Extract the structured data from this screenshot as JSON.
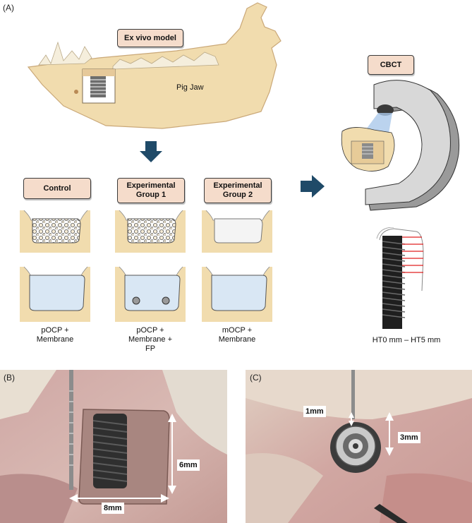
{
  "panels": {
    "a_label": "(A)",
    "b_label": "(B)",
    "c_label": "(C)"
  },
  "top": {
    "ex_vivo_model": "Ex vivo model",
    "pig_jaw": "Pig Jaw",
    "cbct": "CBCT"
  },
  "groups": [
    {
      "title": "Control",
      "caption_l1": "pOCP +",
      "caption_l2": "Membrane",
      "caption_l3": ""
    },
    {
      "title_l1": "Experimental",
      "title_l2": "Group 1",
      "caption_l1": "pOCP +",
      "caption_l2": "Membrane +",
      "caption_l3": "FP"
    },
    {
      "title_l1": "Experimental",
      "title_l2": "Group 2",
      "caption_l1": "mOCP +",
      "caption_l2": "Membrane",
      "caption_l3": ""
    }
  ],
  "implant_caption": "HT0 mm – HT5 mm",
  "photo_b": {
    "depth": "6mm",
    "width": "8mm"
  },
  "photo_c": {
    "gap": "1mm",
    "height": "3mm"
  },
  "colors": {
    "bone": "#f1dcae",
    "label_box": "#f5dccb",
    "membrane": "#d9e7f4",
    "arrow": "#1f4a68"
  }
}
